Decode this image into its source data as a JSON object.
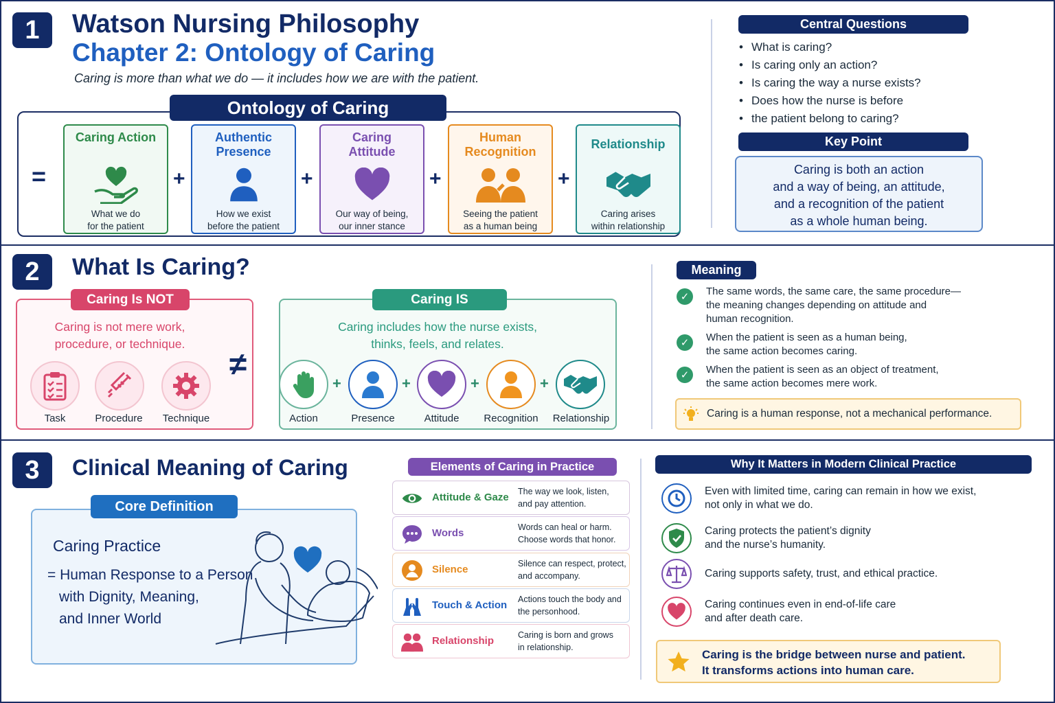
{
  "header": {
    "section1_num": "1",
    "title": "Watson Nursing Philosophy",
    "subtitle": "Chapter 2: Ontology of Caring",
    "tagline": "Caring is more than what we do — it includes how we are with the patient."
  },
  "ontology": {
    "banner": "Ontology of Caring",
    "equals": "=",
    "plus": "+",
    "cards": [
      {
        "title_l1": "Caring Action",
        "title_l2": "",
        "desc_l1": "What we do",
        "desc_l2": "for the patient",
        "color": "#2e8a4a",
        "icon": "heart-hand-icon"
      },
      {
        "title_l1": "Authentic",
        "title_l2": "Presence",
        "desc_l1": "How we exist",
        "desc_l2": "before the patient",
        "color": "#1f5fbf",
        "icon": "person-icon"
      },
      {
        "title_l1": "Caring",
        "title_l2": "Attitude",
        "desc_l1": "Our way of being,",
        "desc_l2": "our inner stance",
        "color": "#7a4fb0",
        "icon": "heart-icon"
      },
      {
        "title_l1": "Human",
        "title_l2": "Recognition",
        "desc_l1": "Seeing the patient",
        "desc_l2": "as a human being",
        "color": "#e58a1f",
        "icon": "two-people-icon"
      },
      {
        "title_l1": "Relationship",
        "title_l2": "",
        "desc_l1": "Caring arises",
        "desc_l2": "within relationship",
        "color": "#1f8a8a",
        "icon": "handshake-icon"
      }
    ]
  },
  "central": {
    "banner": "Central Questions",
    "questions": [
      "What is caring?",
      "Is caring only an action?",
      "Is caring the way a nurse exists?",
      "Does how the nurse is before",
      "the patient belong to caring?"
    ]
  },
  "keypoint": {
    "banner": "Key Point",
    "lines": [
      "Caring is both an action",
      "and a way of being, an attitude,",
      "and a recognition of the patient",
      "as a whole human being."
    ]
  },
  "section2": {
    "num": "2",
    "title": "What Is Caring?",
    "not_banner": "Caring Is NOT",
    "not_text_l1": "Caring is not mere work,",
    "not_text_l2": "procedure, or technique.",
    "not_items": [
      "Task",
      "Procedure",
      "Technique"
    ],
    "neq": "≠",
    "is_banner": "Caring IS",
    "is_text_l1": "Caring includes how the nurse exists,",
    "is_text_l2": "thinks, feels, and relates.",
    "is_items": [
      "Action",
      "Presence",
      "Attitude",
      "Recognition",
      "Relationship"
    ],
    "meaning_banner": "Meaning",
    "meaning_points": [
      [
        "The same words, the same care, the same procedure—",
        "the meaning changes depending on attitude and",
        "human recognition."
      ],
      [
        "When the patient is seen as a human being,",
        "the same action becomes caring."
      ],
      [
        "When the patient is seen as an object of treatment,",
        "the same action becomes mere work."
      ]
    ],
    "callout": "Caring is a human response, not a mechanical performance."
  },
  "section3": {
    "num": "3",
    "title": "Clinical Meaning of Caring",
    "core_banner": "Core Definition",
    "core_title": "Caring Practice",
    "core_lines": [
      "= Human Response to a Person",
      "with Dignity, Meaning,",
      "and Inner World"
    ],
    "elements_banner": "Elements of Caring in Practice",
    "elements": [
      {
        "name": "Attitude & Gaze",
        "d1": "The way we look, listen,",
        "d2": "and pay attention.",
        "color": "#2e8a4a",
        "icon": "eye-icon"
      },
      {
        "name": "Words",
        "d1": "Words can heal or harm.",
        "d2": "Choose words that honor.",
        "color": "#7a4fb0",
        "icon": "speech-bubble-icon"
      },
      {
        "name": "Silence",
        "d1": "Silence can respect, protect,",
        "d2": "and accompany.",
        "color": "#e58a1f",
        "icon": "silence-person-icon"
      },
      {
        "name": "Touch & Action",
        "d1": "Actions touch the body and",
        "d2": "the personhood.",
        "color": "#1f5fbf",
        "icon": "hands-icon"
      },
      {
        "name": "Relationship",
        "d1": "Caring is born and grows",
        "d2": "in relationship.",
        "color": "#d8456a",
        "icon": "people-icon"
      }
    ],
    "why_banner": "Why It Matters in Modern Clinical Practice",
    "why": [
      {
        "l1": "Even with limited time, caring can remain in how we exist,",
        "l2": "not only in what we do.",
        "color": "#1f5fbf",
        "icon": "clock-icon"
      },
      {
        "l1": "Caring protects the patient’s dignity",
        "l2": "and the nurse’s humanity.",
        "color": "#2e8a4a",
        "icon": "shield-icon"
      },
      {
        "l1": "Caring supports safety, trust, and ethical practice.",
        "l2": "",
        "color": "#7a4fb0",
        "icon": "scales-icon"
      },
      {
        "l1": "Caring continues even in end-of-life care",
        "l2": "and after death care.",
        "color": "#d8456a",
        "icon": "heart-icon"
      }
    ],
    "bridge_l1": "Caring is the bridge between nurse and patient.",
    "bridge_l2": "It transforms actions into human care."
  }
}
